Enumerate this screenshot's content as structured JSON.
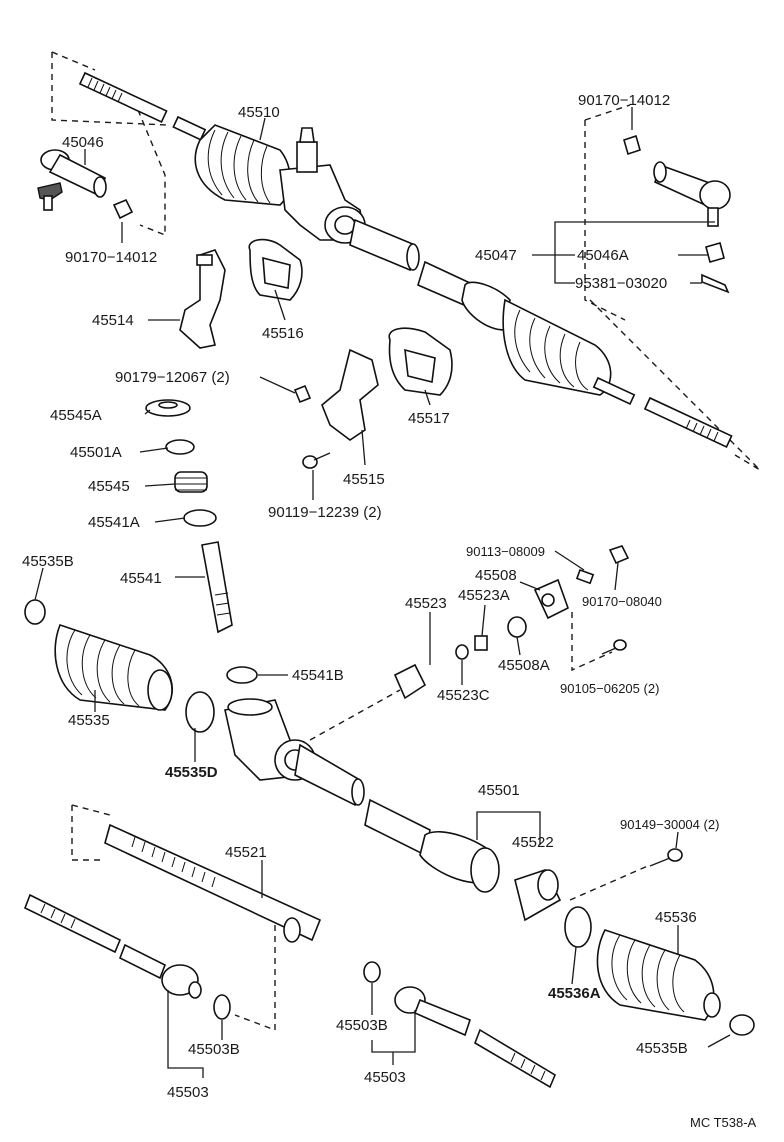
{
  "diagram_code": "MC T538-A",
  "labels": {
    "p45510": "45510",
    "p45046": "45046",
    "p90170_14012_left": "90170−14012",
    "p90170_14012_right": "90170−14012",
    "p45047": "45047",
    "p45046A": "45046A",
    "p95381": "95381−03020",
    "p45514": "45514",
    "p45516": "45516",
    "p90179": "90179−12067 (2)",
    "p45517": "45517",
    "p45545A": "45545A",
    "p45501A": "45501A",
    "p45545": "45545",
    "p45515": "45515",
    "p90119": "90119−12239 (2)",
    "p45541A": "45541A",
    "p90113": "90113−08009",
    "p45535B_top": "45535B",
    "p45508": "45508",
    "p45523A": "45523A",
    "p45541": "45541",
    "p45523": "45523",
    "p90170_08040": "90170−08040",
    "p45508A": "45508A",
    "p45541B": "45541B",
    "p90105": "90105−06205 (2)",
    "p45523C": "45523C",
    "p45535": "45535",
    "p45535D": "45535D",
    "p45501": "45501",
    "p45522": "45522",
    "p90149": "90149−30004 (2)",
    "p45521": "45521",
    "p45536": "45536",
    "p45536A": "45536A",
    "p45503B_left": "45503B",
    "p45503B_mid": "45503B",
    "p45535B_bottom": "45535B",
    "p45503_left": "45503",
    "p45503_mid": "45503"
  }
}
